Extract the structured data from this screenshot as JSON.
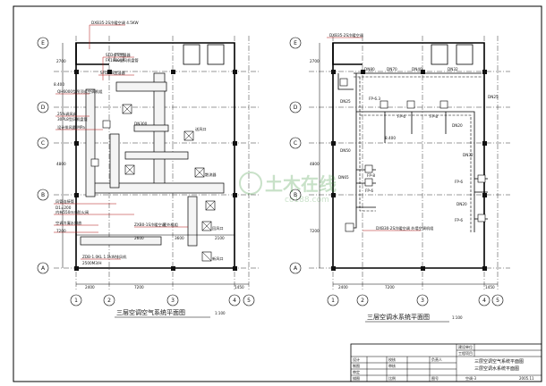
{
  "left_plan": {
    "title": "三层空调空气系统平面图",
    "scale": "1:100",
    "axes_top": [
      "1",
      "2",
      "3",
      "4",
      "5"
    ],
    "axes_left": [
      "A",
      "B",
      "C",
      "D",
      "E"
    ],
    "dims_bottom": [
      "2400",
      "7200",
      "1450"
    ],
    "dims_inner": [
      "2600",
      "3600",
      "2100"
    ],
    "dim_left": [
      "2700",
      "4800",
      "7200"
    ],
    "level": "8.400",
    "labels": {
      "top_unit": "DXB35-2S冷暖空调 4.5KW",
      "l1": "SFD-1S加湿器",
      "l2": "FK1800型风机盘管",
      "l3": "SFD-1S加湿器",
      "l4": "QH6000型吊顶式空调机组",
      "l5": "25%调风阀",
      "l6": "30PL8型风机盘管",
      "l7": "设计排风量 MPa",
      "l8": "风管连接管",
      "l9": "D1=200",
      "l10": "内有550mm防火阀",
      "l11": "DN300",
      "l12": "送风口",
      "l13": "散流器",
      "l14": "空调冷凝水排放",
      "l15": "ZXB0-1S冷暖空调",
      "l16": "室外机组",
      "l17": "ZDB-1.0KL 1.1kW排风机",
      "l18": "2500M3/H",
      "l19": "回风口",
      "l20": "新风口"
    }
  },
  "right_plan": {
    "title": "三层空调水系统平面图",
    "scale": "1:100",
    "axes_top": [
      "1",
      "2",
      "3",
      "4",
      "5"
    ],
    "axes_left": [
      "A",
      "B",
      "C",
      "D",
      "E"
    ],
    "dims_bottom": [
      "2400",
      "7200",
      "1450"
    ],
    "dim_left": [
      "2700",
      "4800",
      "7200"
    ],
    "level": "8.400",
    "pipe_sizes": [
      "DN80",
      "DN70",
      "DN40",
      "DN32",
      "DN25",
      "DN20",
      "DN50",
      "DN65",
      "DN32",
      "DN25",
      "DN20"
    ],
    "fcu_tags": [
      "FP-6.3",
      "FP-6",
      "FP-8",
      "FP-8",
      "FP-6",
      "FP-6",
      "FP-6"
    ],
    "labels": {
      "r1": "DXB35-2S冷暖空调",
      "r2": "DXB30-2S冷暖空调 外墙空调机组"
    }
  },
  "title_block": {
    "rows": [
      [
        "建设单位",
        ""
      ],
      [
        "工程项目",
        ""
      ]
    ],
    "cells": {
      "c1": "设计",
      "c2": "校核",
      "c3": "负责人",
      "c4": "制图",
      "c5": "审核",
      "c6": "审定",
      "c7": "描图",
      "c8": "比例",
      "c9": "图号",
      "drawing_name_1": "三层空调空气系统平面图",
      "drawing_name_2": "三层空调水系统平面图",
      "sheet_no": "空调-3",
      "date": "2005.11"
    }
  },
  "watermark": {
    "line1": "土木在线",
    "line2": "co188.com"
  }
}
